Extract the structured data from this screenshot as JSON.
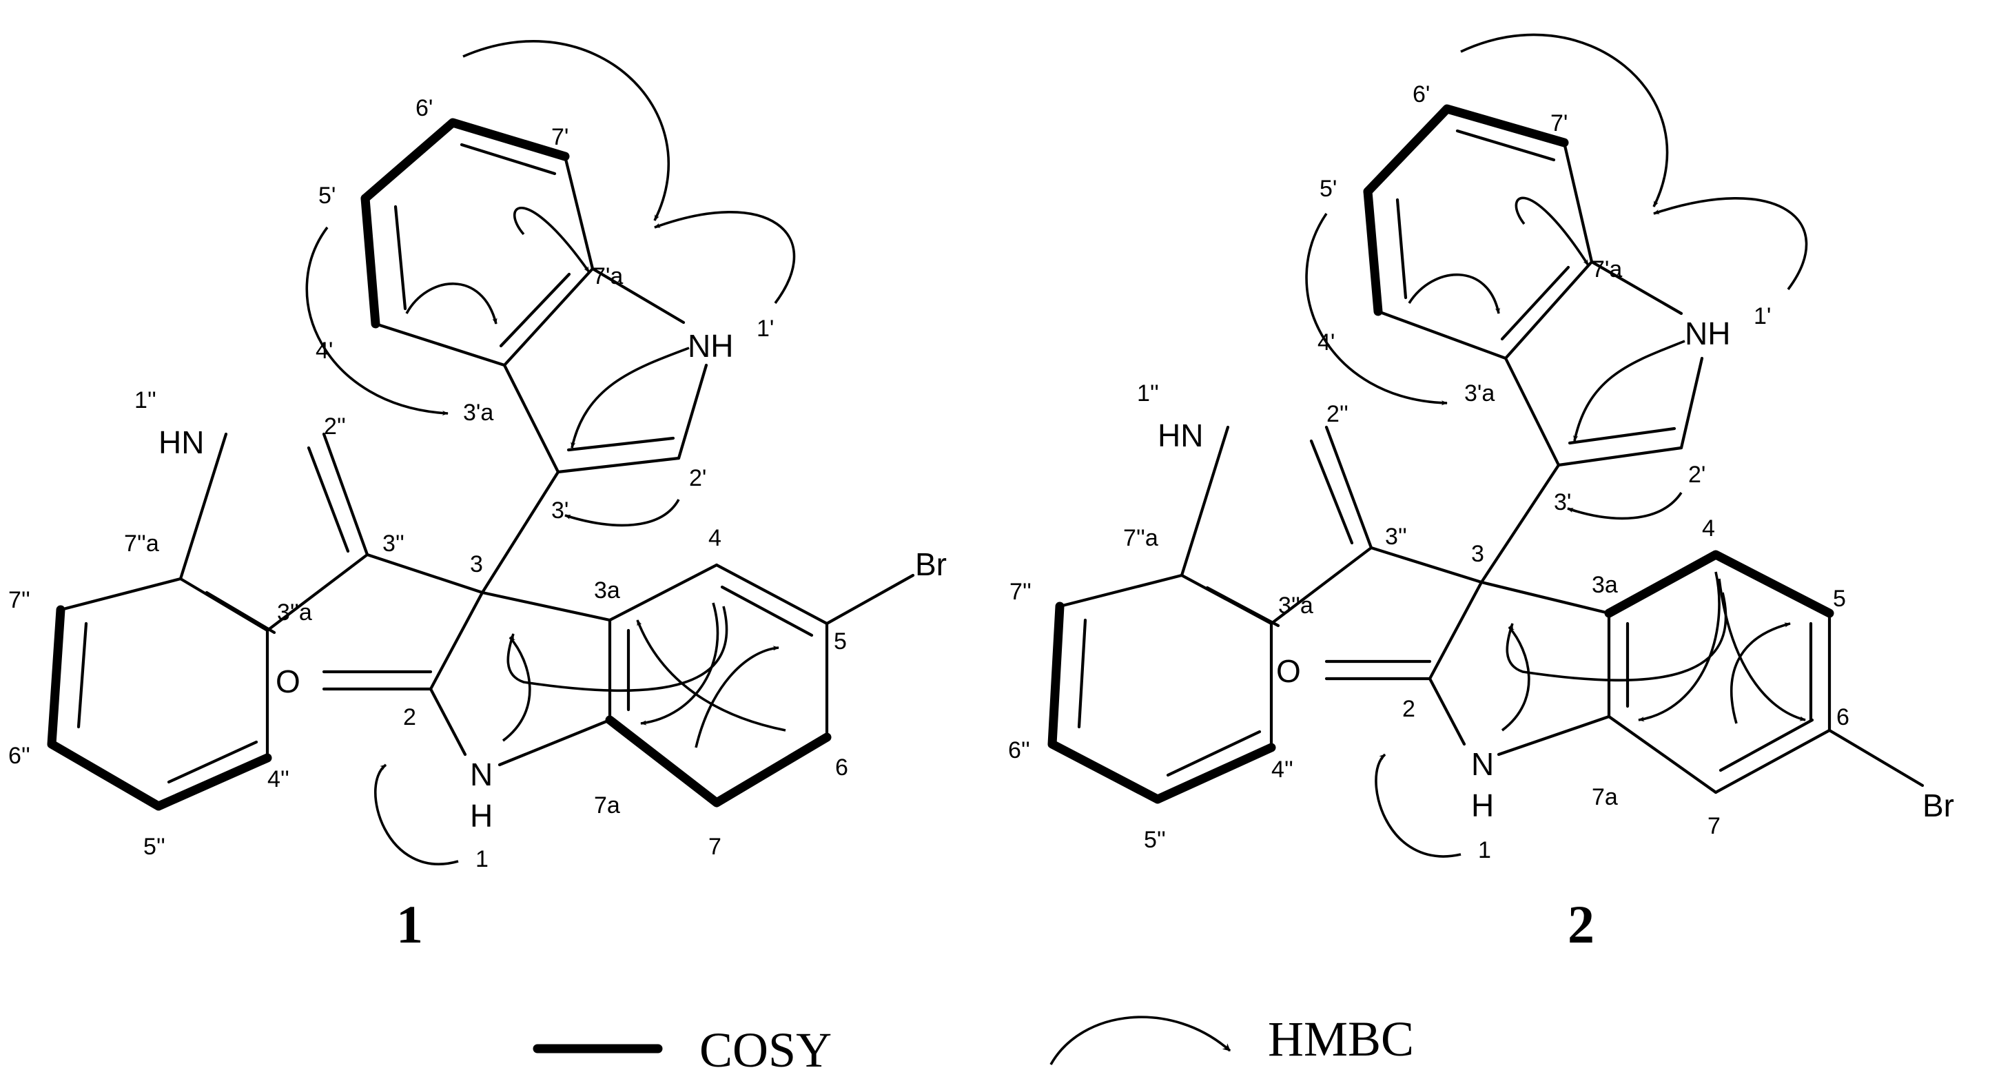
{
  "colors": {
    "ink": "#000000",
    "background": "#ffffff"
  },
  "compound1": {
    "id": "1",
    "labels": {
      "c6p": "6'",
      "c7p": "7'",
      "c5p": "5'",
      "c7ap": "7'a",
      "nh1p": "NH",
      "n1p": "1'",
      "c4p": "4'",
      "c3ap": "3'a",
      "c3p": "3'",
      "c2p": "2'",
      "n1pp": "1''",
      "c2pp": "2''",
      "hn": "HN",
      "c3pp": "3''",
      "c7app": "7''a",
      "c7pp": "7''",
      "c3app": "3''a",
      "c6pp": "6''",
      "c5pp": "5''",
      "c4pp": "4''",
      "c3": "3",
      "c3a": "3a",
      "c4": "4",
      "c5": "5",
      "br": "Br",
      "c6": "6",
      "c7": "7",
      "c7a": "7a",
      "o": "O",
      "c2": "2",
      "n": "N",
      "h": "H",
      "n1": "1"
    }
  },
  "compound2": {
    "id": "2",
    "labels": {
      "c6p": "6'",
      "c7p": "7'",
      "c5p": "5'",
      "c7ap": "7'a",
      "nh1p": "NH",
      "n1p": "1'",
      "c4p": "4'",
      "c3ap": "3'a",
      "c3p": "3'",
      "c2p": "2'",
      "n1pp": "1''",
      "c2pp": "2''",
      "hn": "HN",
      "c3pp": "3''",
      "c7app": "7''a",
      "c7pp": "7''",
      "c3app": "3''a",
      "c6pp": "6''",
      "c5pp": "5''",
      "c4pp": "4''",
      "c3": "3",
      "c3a": "3a",
      "c4": "4",
      "c5": "5",
      "c6": "6",
      "br": "Br",
      "c7": "7",
      "c7a": "7a",
      "o": "O",
      "c2": "2",
      "n": "N",
      "h": "H",
      "n1": "1"
    }
  },
  "legend": {
    "cosy": "COSY",
    "hmbc": "HMBC"
  }
}
